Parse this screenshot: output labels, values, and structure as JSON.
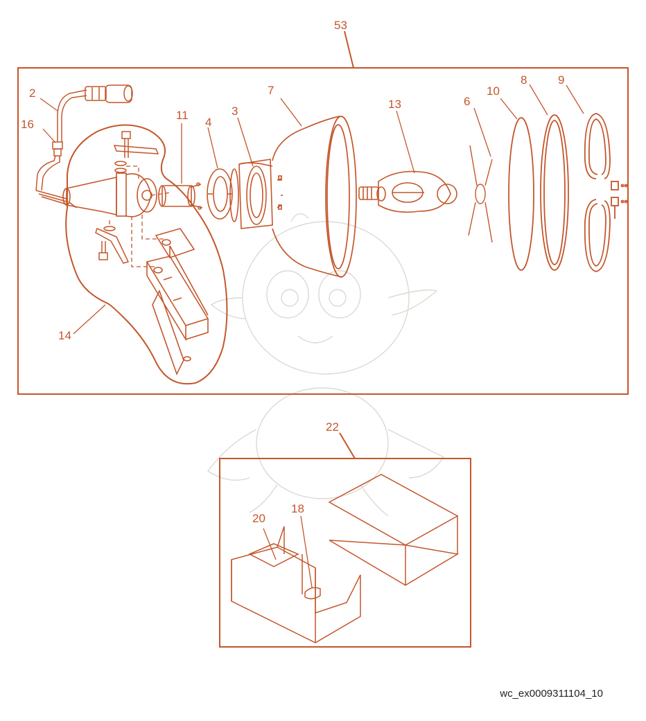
{
  "colors": {
    "line": "#c4562b",
    "watermark": "#d9d6cf",
    "caption": "#222222"
  },
  "assembly_label": "53",
  "kit_label": "22",
  "callouts": {
    "c2": "2",
    "c16": "16",
    "c11": "11",
    "c4": "4",
    "c3": "3",
    "c7": "7",
    "c13": "13",
    "c6": "6",
    "c10": "10",
    "c8": "8",
    "c9": "9",
    "c14": "14",
    "c20": "20",
    "c18": "18"
  },
  "figure_code": "wc_ex0009311104_10"
}
